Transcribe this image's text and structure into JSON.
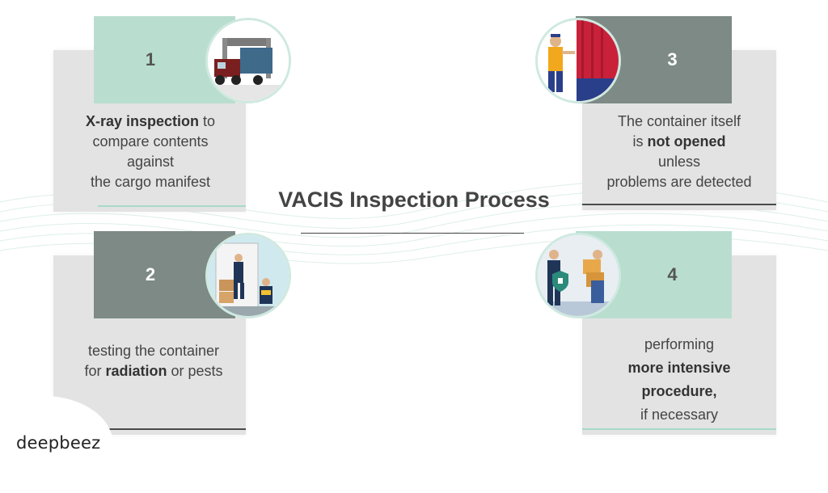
{
  "title": "VACIS Inspection Process",
  "logo_text": "deepbeez",
  "colors": {
    "mint": "#b9ded0",
    "slate": "#7d8a85",
    "card": "#e3e3e3",
    "underline_dark": "#4a4a4a",
    "underline_mint": "#a7d8c8"
  },
  "steps": [
    {
      "number": "1",
      "icon": "xray-truck-icon",
      "lines": [
        {
          "bold": "X-ray inspection",
          "after": " to"
        },
        {
          "text": "compare contents"
        },
        {
          "text": "against"
        },
        {
          "text": "the cargo manifest"
        }
      ]
    },
    {
      "number": "2",
      "icon": "cbp-officers-icon",
      "lines": [
        {
          "text": "testing the container"
        },
        {
          "before": "for ",
          "bold": "radiation",
          "after": " or pests"
        }
      ]
    },
    {
      "number": "3",
      "icon": "worker-container-icon",
      "lines": [
        {
          "text": "The container itself"
        },
        {
          "before": "is ",
          "bold": "not opened"
        },
        {
          "text": "unless"
        },
        {
          "text": "problems are detected"
        }
      ]
    },
    {
      "number": "4",
      "icon": "security-lock-icon",
      "lines": [
        {
          "text": "performing"
        },
        {
          "bold": "more intensive"
        },
        {
          "bold": "procedure,"
        },
        {
          "text": "if necessary"
        }
      ]
    }
  ]
}
